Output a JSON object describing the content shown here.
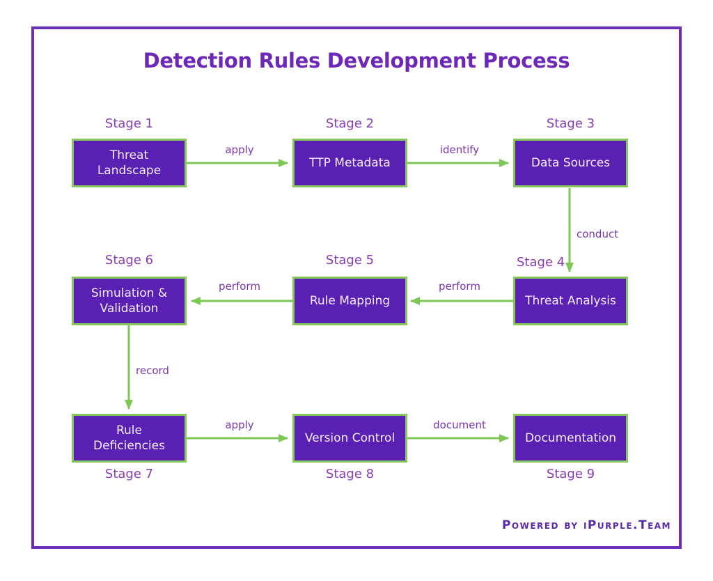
{
  "title": "Detection Rules Development Process",
  "footer": "Powered by iPurple.Team",
  "stages": [
    {
      "label": "Stage 1",
      "title": "Threat Landscape"
    },
    {
      "label": "Stage 2",
      "title": "TTP Metadata"
    },
    {
      "label": "Stage 3",
      "title": "Data Sources"
    },
    {
      "label": "Stage 4",
      "title": "Threat Analysis"
    },
    {
      "label": "Stage 5",
      "title": "Rule Mapping"
    },
    {
      "label": "Stage 6",
      "title": "Simulation & Validation"
    },
    {
      "label": "Stage 7",
      "title": "Rule Deficiencies"
    },
    {
      "label": "Stage 8",
      "title": "Version Control"
    },
    {
      "label": "Stage 9",
      "title": "Documentation"
    }
  ],
  "arrows": [
    {
      "from": "Threat Landscape",
      "to": "TTP Metadata",
      "label": "apply"
    },
    {
      "from": "TTP Metadata",
      "to": "Data Sources",
      "label": "identify"
    },
    {
      "from": "Data Sources",
      "to": "Threat Analysis",
      "label": "conduct"
    },
    {
      "from": "Threat Analysis",
      "to": "Rule Mapping",
      "label": "perform"
    },
    {
      "from": "Rule Mapping",
      "to": "Simulation & Validation",
      "label": "perform"
    },
    {
      "from": "Simulation & Validation",
      "to": "Rule Deficiencies",
      "label": "record"
    },
    {
      "from": "Rule Deficiencies",
      "to": "Version Control",
      "label": "apply"
    },
    {
      "from": "Version Control",
      "to": "Documentation",
      "label": "document"
    }
  ],
  "colors": {
    "frame_border": "#6a2fb5",
    "title_text": "#6d28b8",
    "stage_label_text": "#8a3db3",
    "box_fill": "#5a20b4",
    "box_border": "#86c85a",
    "box_text": "#f3edfb",
    "arrow": "#7dc855",
    "arrow_label_text": "#7a35ad",
    "footer_text": "#5b2aa8"
  }
}
